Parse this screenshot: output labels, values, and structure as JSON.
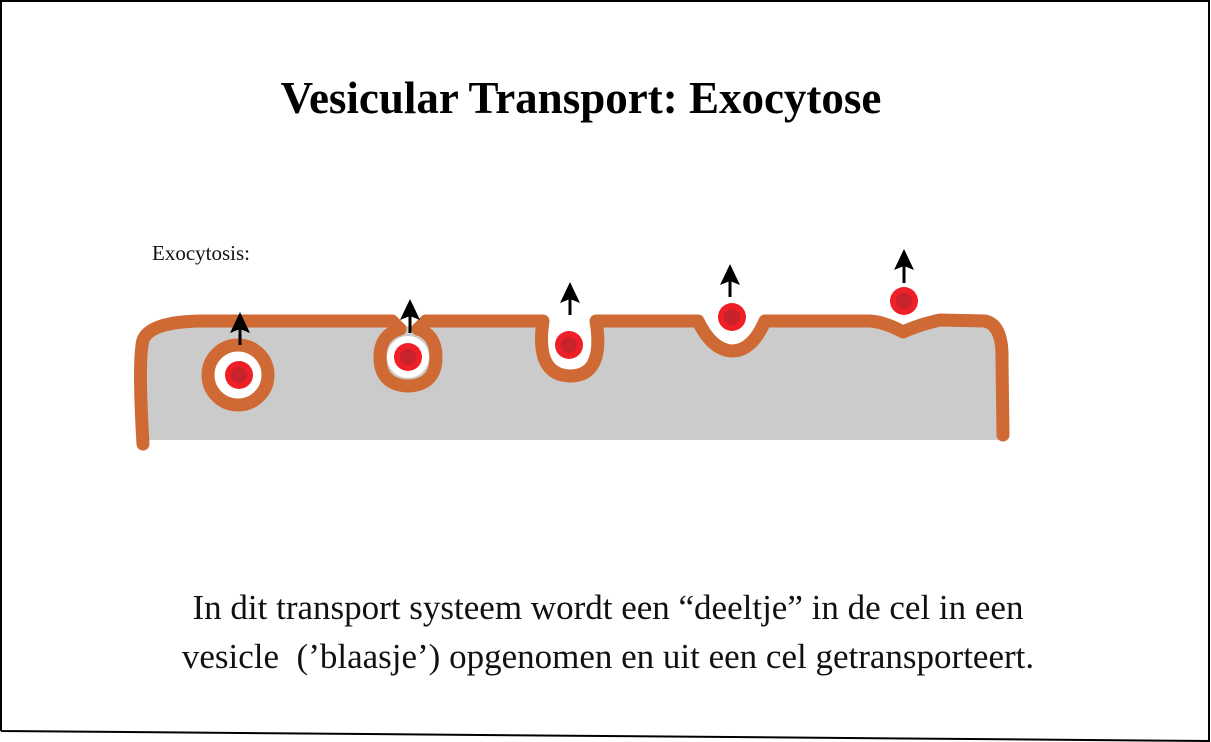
{
  "title": "Vesicular Transport: Exocytose",
  "diagram": {
    "label": "Exocytosis:",
    "stages": 5,
    "colors": {
      "membrane": "#cf6a34",
      "cytoplasm": "#cbcbcb",
      "particle": "#ee1f26",
      "particle_core": "#c8232b",
      "arrow": "#000000"
    }
  },
  "caption": {
    "line1": "In dit transport systeem wordt een “deeltje” in de cel in een",
    "line2": "vesicle  (’blaasje’) opgenomen en uit een cel getransporteert."
  }
}
